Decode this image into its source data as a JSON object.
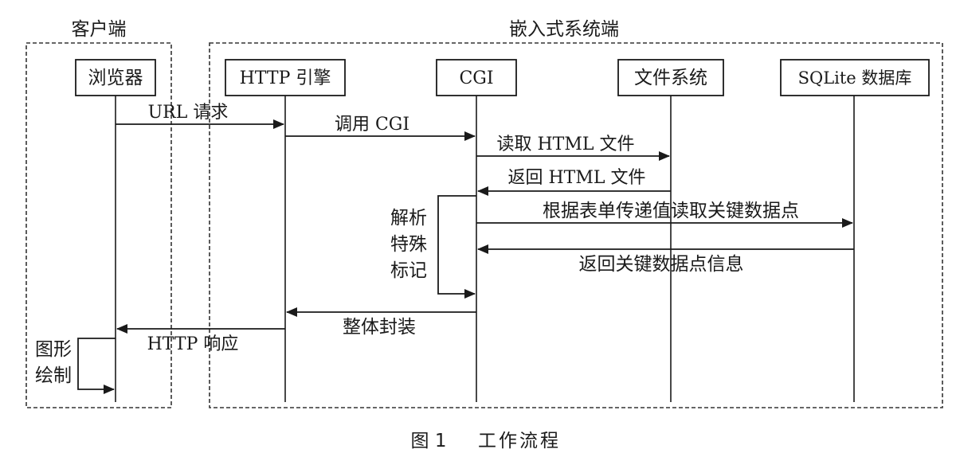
{
  "regions": {
    "client": "客户端",
    "embedded": "嵌入式系统端"
  },
  "participants": {
    "browser": "浏览器",
    "http_engine": "HTTP 引擎",
    "cgi": "CGI",
    "file_system": "文件系统",
    "sqlite": "SQLite 数据库"
  },
  "messages": {
    "url_request": "URL 请求",
    "call_cgi": "调用 CGI",
    "read_html": "读取 HTML 文件",
    "return_html": "返回 HTML 文件",
    "read_key_points": "根据表单传递值读取关键数据点",
    "return_key_points": "返回关键数据点信息",
    "wrap_all": "整体封装",
    "http_response": "HTTP 响应"
  },
  "self_actions": {
    "parse": [
      "解析",
      "特殊",
      "标记"
    ],
    "render": [
      "图形",
      "绘制"
    ]
  },
  "caption": {
    "number": "图 1",
    "title": "工作流程"
  }
}
